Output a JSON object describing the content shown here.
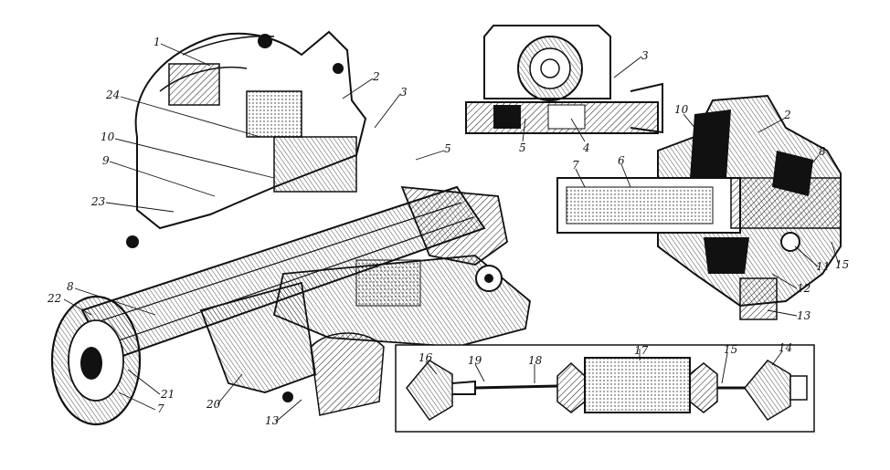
{
  "figure": {
    "main_view": {
      "callouts": [
        {
          "id": "c-main-1",
          "text": "1"
        },
        {
          "id": "c-main-2",
          "text": "2"
        },
        {
          "id": "c-main-3",
          "text": "3"
        },
        {
          "id": "c-main-5",
          "text": "5"
        },
        {
          "id": "c-main-24",
          "text": "24"
        },
        {
          "id": "c-main-10",
          "text": "10"
        },
        {
          "id": "c-main-9",
          "text": "9"
        },
        {
          "id": "c-main-23",
          "text": "23"
        },
        {
          "id": "c-main-8",
          "text": "8"
        },
        {
          "id": "c-main-22",
          "text": "22"
        },
        {
          "id": "c-main-21",
          "text": "21"
        },
        {
          "id": "c-main-7",
          "text": "7"
        },
        {
          "id": "c-main-20",
          "text": "20"
        },
        {
          "id": "c-main-13",
          "text": "13"
        }
      ]
    },
    "top_inset": {
      "callouts": [
        {
          "id": "c-top-3",
          "text": "3"
        },
        {
          "id": "c-top-5",
          "text": "5"
        },
        {
          "id": "c-top-4",
          "text": "4"
        }
      ]
    },
    "right_inset": {
      "callouts": [
        {
          "id": "c-right-10",
          "text": "10"
        },
        {
          "id": "c-right-2",
          "text": "2"
        },
        {
          "id": "c-right-6",
          "text": "6"
        },
        {
          "id": "c-right-7",
          "text": "7"
        },
        {
          "id": "c-right-8",
          "text": "8"
        },
        {
          "id": "c-right-11",
          "text": "11"
        },
        {
          "id": "c-right-15",
          "text": "15"
        },
        {
          "id": "c-right-12",
          "text": "12"
        },
        {
          "id": "c-right-13",
          "text": "13"
        }
      ]
    },
    "bottom_inset": {
      "callouts": [
        {
          "id": "c-bot-16",
          "text": "16"
        },
        {
          "id": "c-bot-19",
          "text": "19"
        },
        {
          "id": "c-bot-18",
          "text": "18"
        },
        {
          "id": "c-bot-17",
          "text": "17"
        },
        {
          "id": "c-bot-15",
          "text": "15"
        },
        {
          "id": "c-bot-14",
          "text": "14"
        }
      ]
    }
  }
}
